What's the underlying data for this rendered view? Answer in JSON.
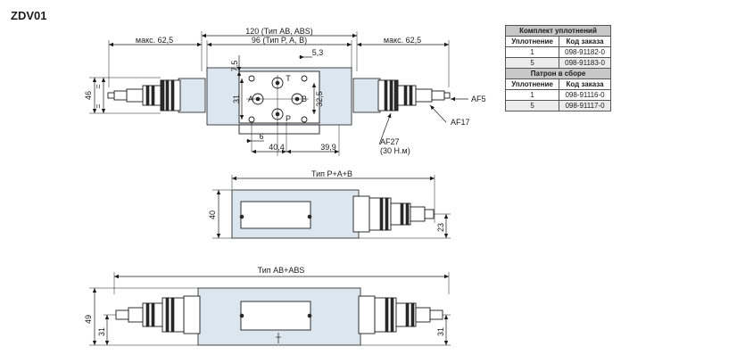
{
  "title": "ZDV01",
  "table": {
    "section1_title": "Комплект уплотнений",
    "section2_title": "Патрон в сборе",
    "col_seal": "Уплотнение",
    "col_order": "Код заказа",
    "section1_rows": [
      {
        "seal": "1",
        "code": "098-91182-0"
      },
      {
        "seal": "5",
        "code": "098-91183-0"
      }
    ],
    "section2_rows": [
      {
        "seal": "1",
        "code": "098-91116-0"
      },
      {
        "seal": "5",
        "code": "098-91117-0"
      }
    ]
  },
  "dims": {
    "max_left": "макс. 62,5",
    "max_right": "макс. 62,5",
    "w120": "120 (Тип AB, ABS)",
    "w96": "96 (Тип P, A, B)",
    "d7_5": "7,5",
    "d5_3": "5,3",
    "d31": "31",
    "d32_5": "32,5",
    "d6": "6",
    "d40_4": "40,4",
    "d39_9": "39,9",
    "d46": "46",
    "eq": "=",
    "af5": "AF5",
    "af17": "AF17",
    "af27": "AF27",
    "torque": "(30 Н.м)",
    "port_t": "T",
    "port_a": "A",
    "port_b": "B",
    "port_p": "P",
    "type_pab": "Тип P+A+B",
    "d40": "40",
    "d23": "23",
    "type_ababs": "Тип AB+ABS",
    "d49": "49",
    "d31_left": "31",
    "d31_right": "31"
  }
}
